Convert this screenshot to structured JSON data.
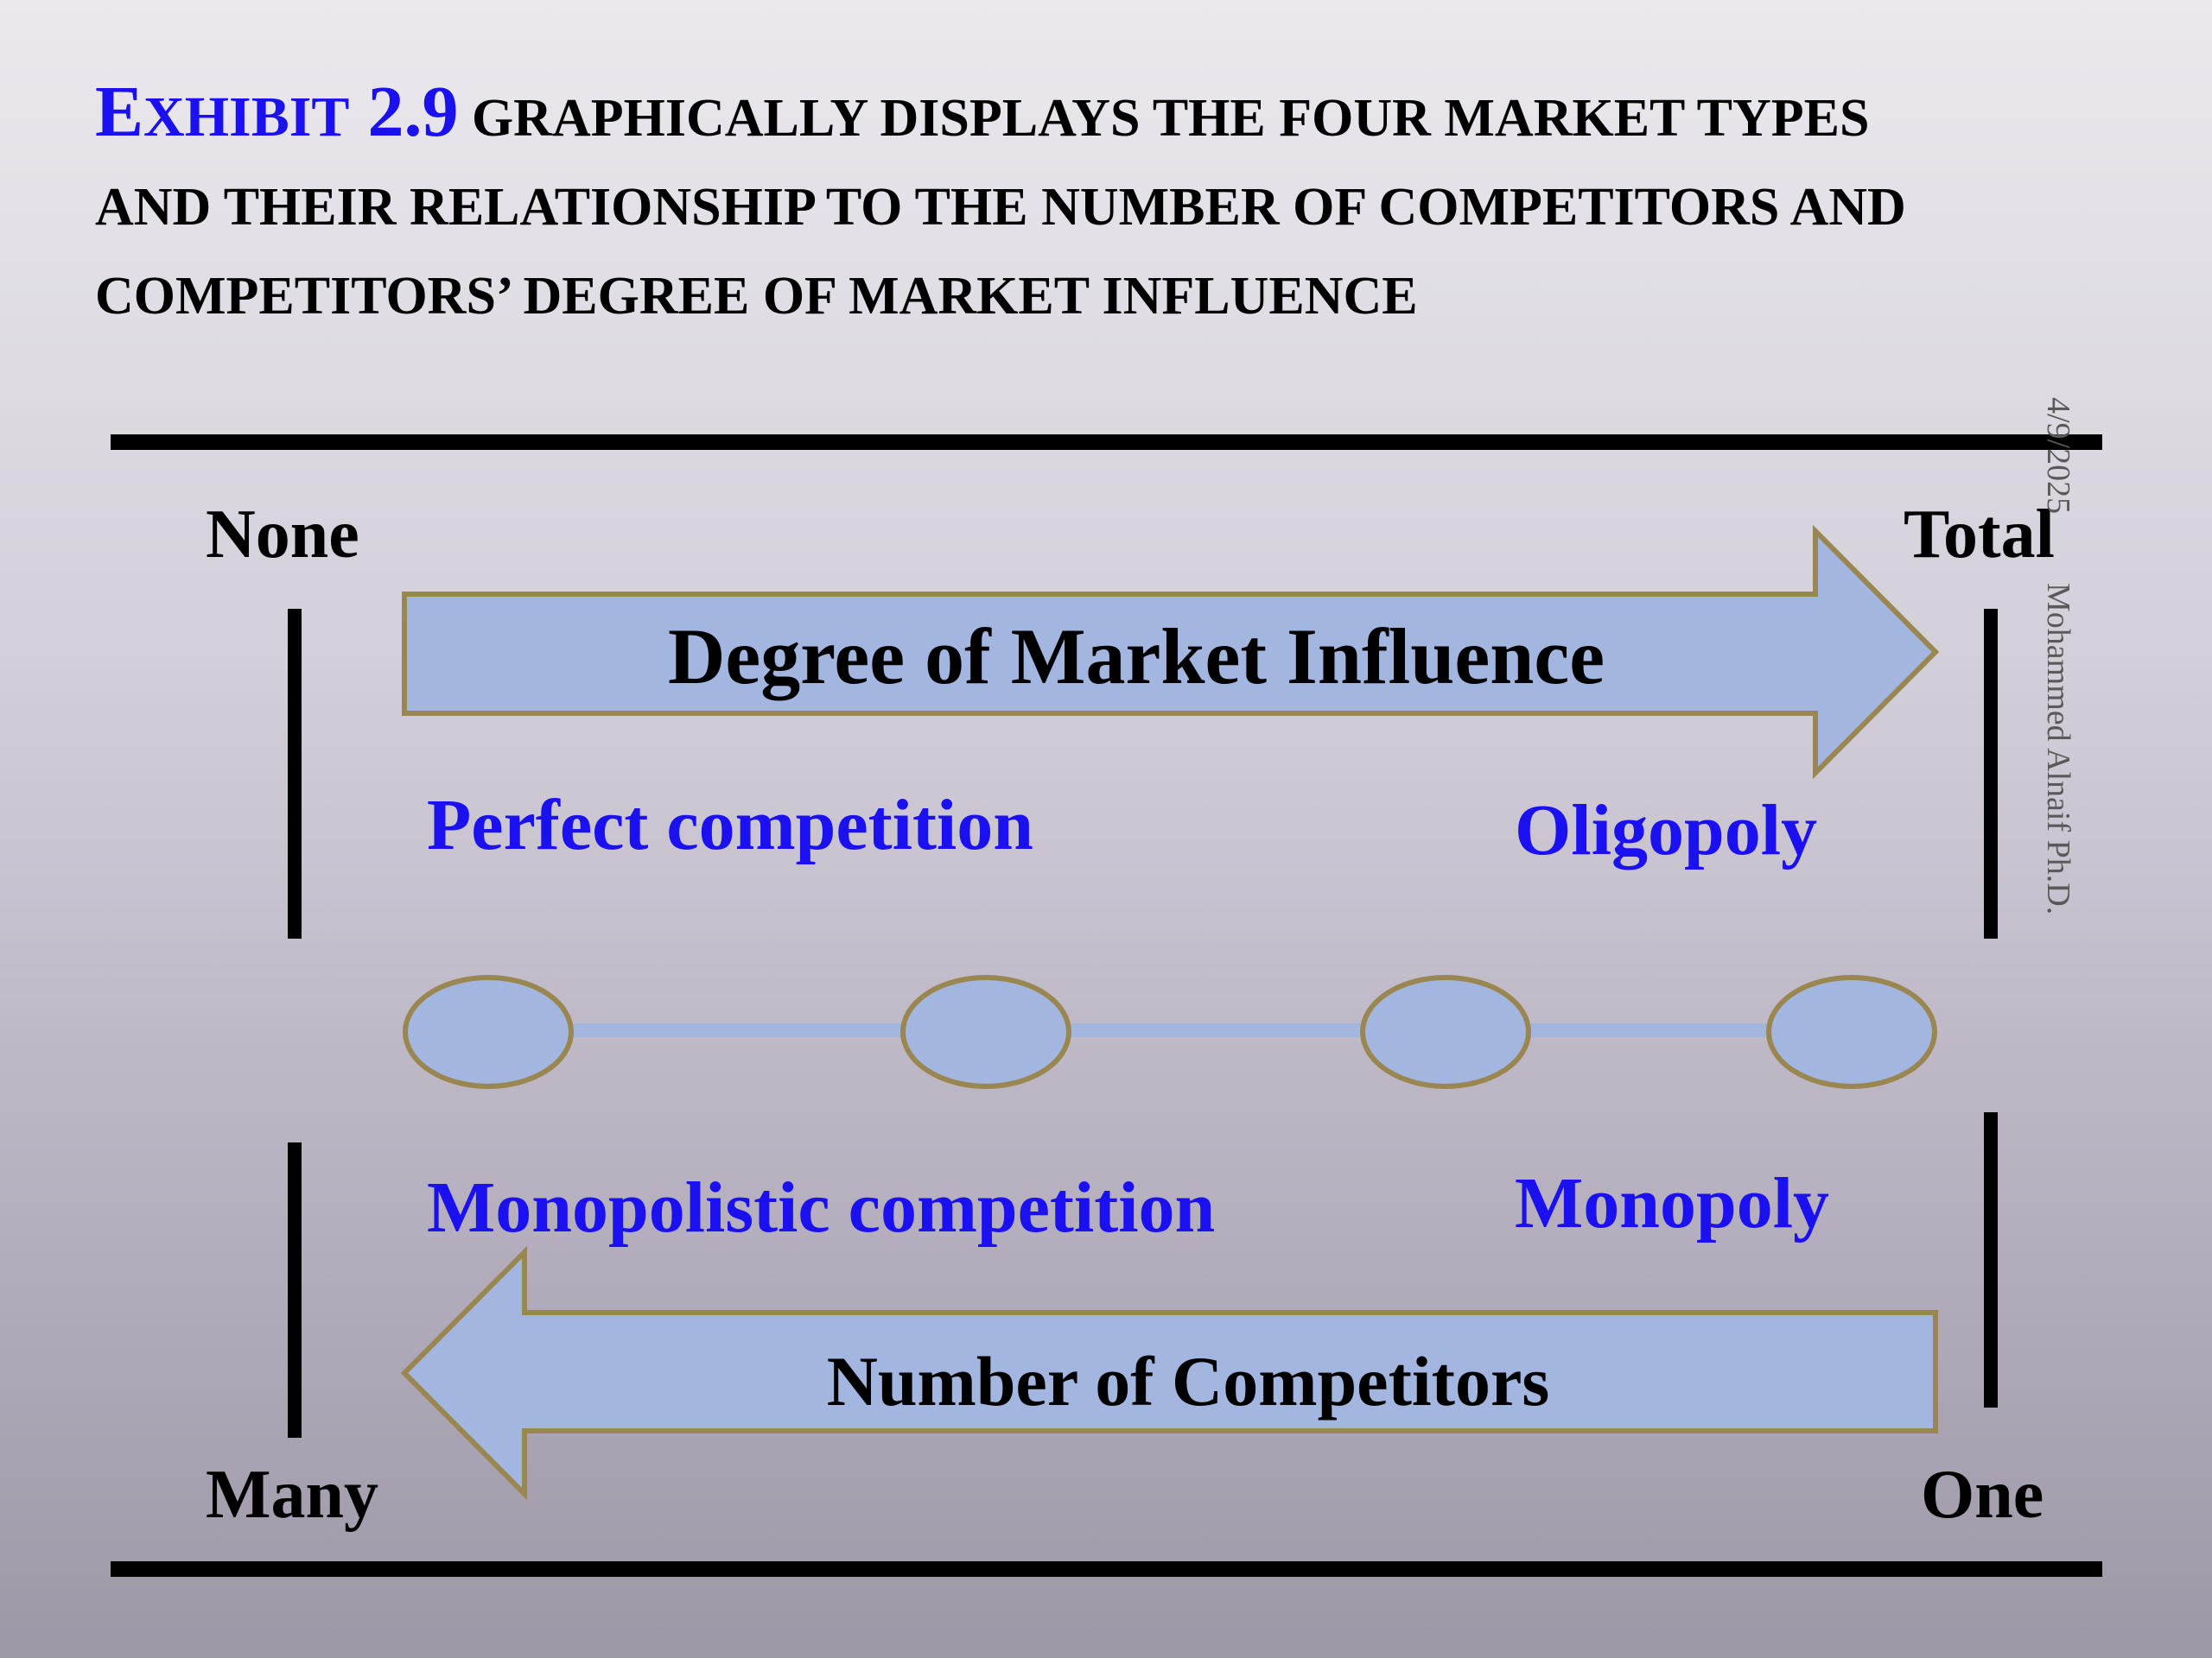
{
  "title": {
    "exhibit_first_letter": "E",
    "exhibit_rest": "XHIBIT",
    "exhibit_number": "2.9",
    "line1_rest": "GRAPHICALLY DISPLAYS THE FOUR MARKET TYPES",
    "line2": "AND THEIR RELATIONSHIP TO THE NUMBER OF COMPETITORS AND",
    "line3": "COMPETITORS’ DEGREE OF MARKET INFLUENCE"
  },
  "influence_axis": {
    "arrow_label": "Degree of Market Influence",
    "left_label": "None",
    "right_label": "Total"
  },
  "competitors_axis": {
    "arrow_label": "Number of Competitors",
    "left_label": "Many",
    "right_label": "One"
  },
  "market_types": {
    "perfect": "Perfect competition",
    "oligopoly": "Oligopoly",
    "monopolistic": "Monopolistic competition",
    "monopoly": "Monopoly"
  },
  "footer": {
    "date": "4/9/2025",
    "author": "Mohammed Alnaif Ph.D."
  },
  "colors": {
    "accent_blue": "#1a10f0",
    "shape_fill": "#a2b6e0",
    "shape_border": "#9a8650"
  }
}
